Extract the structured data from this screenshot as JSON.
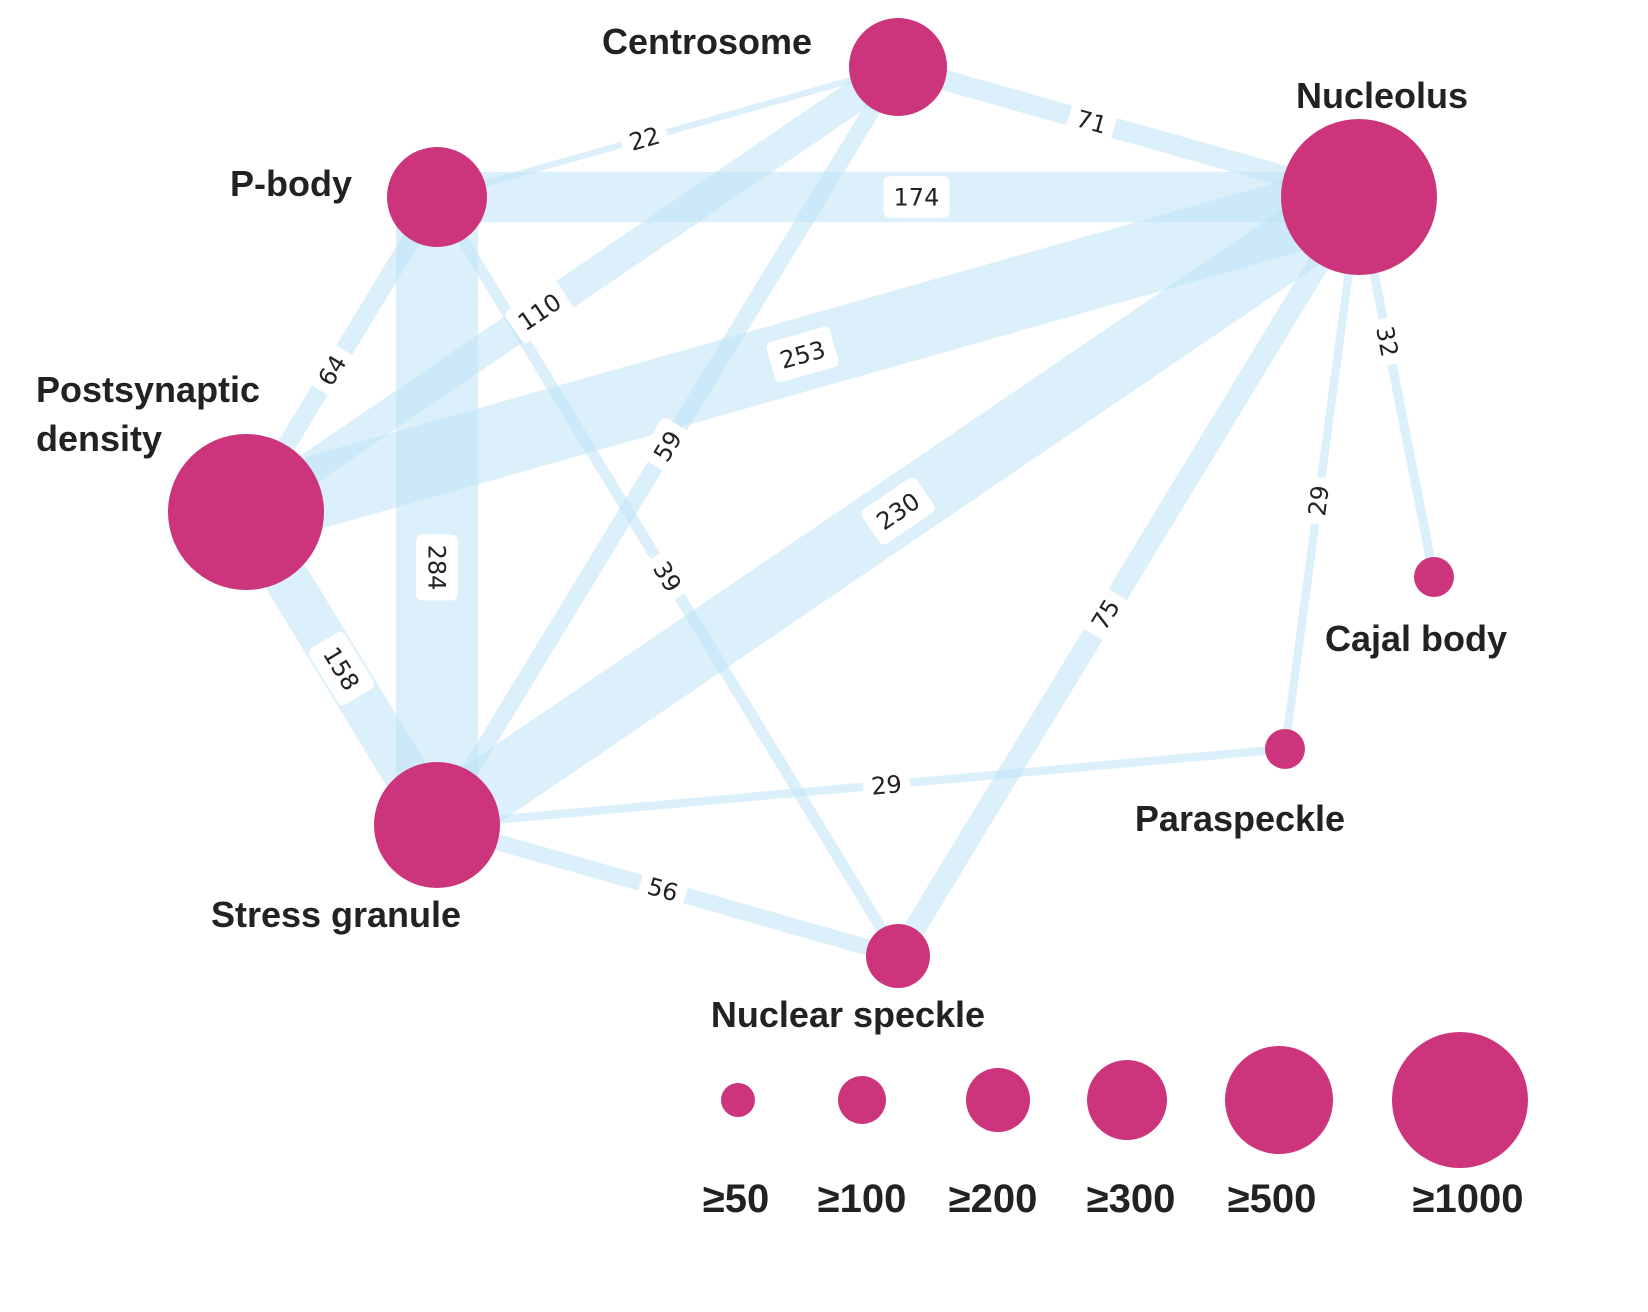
{
  "colors": {
    "node": "#cc347c",
    "edge": "#bde4f6",
    "label_bg": "#ffffff",
    "text": "#222222"
  },
  "nodes": [
    {
      "id": "centrosome",
      "label": "Centrosome",
      "size_class": "≥300"
    },
    {
      "id": "nucleolus",
      "label": "Nucleolus",
      "size_class": "≥1000"
    },
    {
      "id": "pbody",
      "label": "P-body",
      "size_class": "≥300"
    },
    {
      "id": "psd",
      "label_line1": "Postsynaptic",
      "label_line2": "density",
      "size_class": "≥1000"
    },
    {
      "id": "stress",
      "label": "Stress granule",
      "size_class": "≥500"
    },
    {
      "id": "speckle",
      "label": "Nuclear speckle",
      "size_class": "≥200"
    },
    {
      "id": "paraspeckle",
      "label": "Paraspeckle",
      "size_class": "≥50"
    },
    {
      "id": "cajal",
      "label": "Cajal body",
      "size_class": "≥50"
    }
  ],
  "edges": [
    {
      "source": "centrosome",
      "target": "pbody",
      "weight": 22,
      "label": "22"
    },
    {
      "source": "centrosome",
      "target": "nucleolus",
      "weight": 71,
      "label": "71"
    },
    {
      "source": "pbody",
      "target": "nucleolus",
      "weight": 174,
      "label": "174"
    },
    {
      "source": "centrosome",
      "target": "psd",
      "weight": 110,
      "label": "110"
    },
    {
      "source": "psd",
      "target": "nucleolus",
      "weight": 253,
      "label": "253"
    },
    {
      "source": "centrosome",
      "target": "stress",
      "weight": 59,
      "label": "59"
    },
    {
      "source": "pbody",
      "target": "psd",
      "weight": 64,
      "label": "64"
    },
    {
      "source": "pbody",
      "target": "stress",
      "weight": 284,
      "label": "284"
    },
    {
      "source": "pbody",
      "target": "speckle",
      "weight": 39,
      "label": "39"
    },
    {
      "source": "psd",
      "target": "stress",
      "weight": 158,
      "label": "158"
    },
    {
      "source": "stress",
      "target": "nucleolus",
      "weight": 230,
      "label": "230"
    },
    {
      "source": "nucleolus",
      "target": "speckle",
      "weight": 75,
      "label": "75"
    },
    {
      "source": "nucleolus",
      "target": "cajal",
      "weight": 32,
      "label": "32"
    },
    {
      "source": "nucleolus",
      "target": "paraspeckle",
      "weight": 29,
      "label": "29"
    },
    {
      "source": "stress",
      "target": "paraspeckle",
      "weight": 29,
      "label": "29"
    },
    {
      "source": "stress",
      "target": "speckle",
      "weight": 56,
      "label": "56"
    }
  ],
  "legend": [
    {
      "label": "≥50"
    },
    {
      "label": "≥100"
    },
    {
      "label": "≥200"
    },
    {
      "label": "≥300"
    },
    {
      "label": "≥500"
    },
    {
      "label": "≥1000"
    }
  ]
}
